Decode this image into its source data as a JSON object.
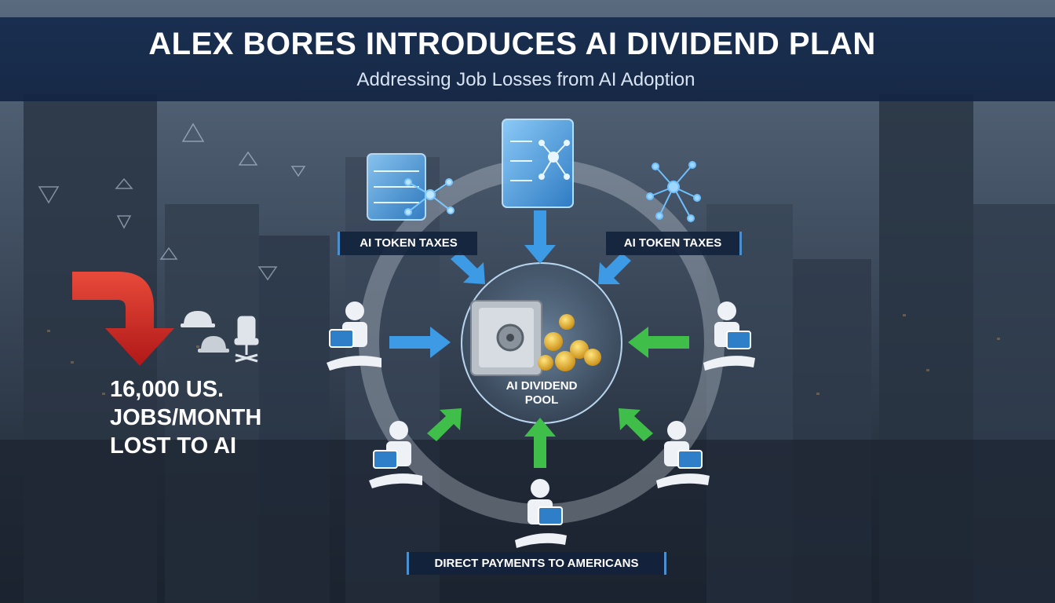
{
  "header": {
    "title": "ALEX BORES INTRODUCES AI DIVIDEND PLAN",
    "subtitle": "Addressing Job Losses from AI Adoption"
  },
  "stat": {
    "line1": "16,000 US.",
    "line2": "JOBS/MONTH",
    "line3": "LOST TO AI"
  },
  "labels": {
    "left_tax": "AI TOKEN TAXES",
    "right_tax": "AI TOKEN TAXES",
    "pool_line1": "AI DIVIDEND",
    "pool_line2": "POOL",
    "bottom": "DIRECT PAYMENTS TO AMERICANS"
  },
  "colors": {
    "header_bg": "#162c4e",
    "inflow_arrow": "#3d9be6",
    "outflow_arrow": "#3fbf4a",
    "job_loss_arrow": "#d22a2a",
    "ring": "#c8d0da"
  },
  "icons": {
    "server": "server-network-icon",
    "network": "network-nodes-icon",
    "vault": "safe-vault-icon",
    "coins": "coin-stack-icon",
    "person": "person-with-hand-icon",
    "hardhat": "hard-hat-icon",
    "chair": "office-chair-icon"
  }
}
